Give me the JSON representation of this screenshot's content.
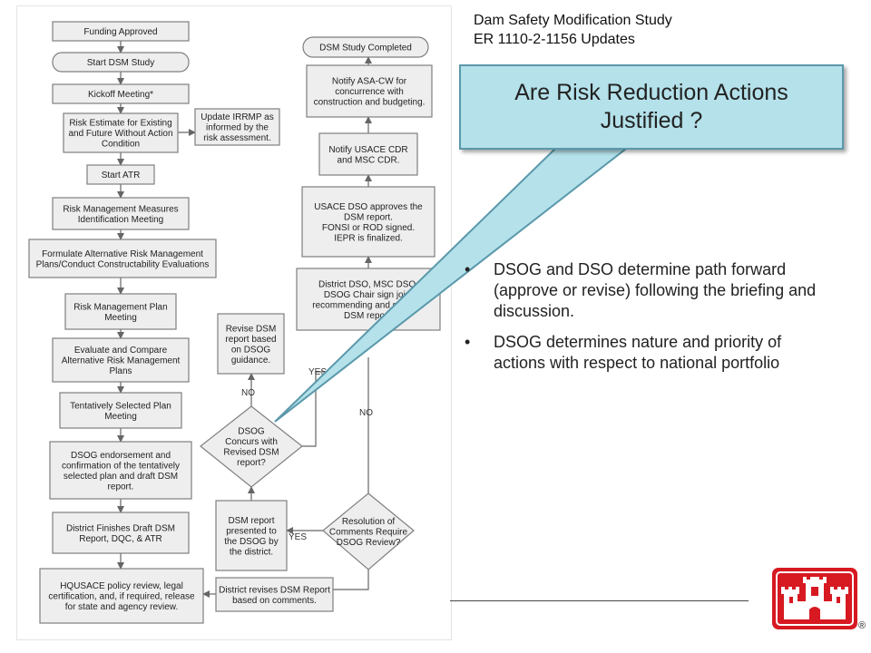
{
  "header": {
    "line1": "Dam Safety Modification Study",
    "line2": "ER 1110-2-1156 Updates"
  },
  "callout": {
    "title": "Are Risk Reduction Actions Justified ?"
  },
  "bullets": [
    "DSOG and DSO determine path forward (approve or revise) following the briefing and discussion.",
    "DSOG determines nature and priority of actions with respect to national portfolio"
  ],
  "bullet_symbol": "•",
  "logo": {
    "registered_mark": "®",
    "color": "#d71921",
    "icon": "usace-castle-icon"
  },
  "colors": {
    "callout_fill": "#b4e1ea",
    "callout_border": "#5a98aa",
    "node_fill": "#eeeeee"
  },
  "flowchart": {
    "funding_approved": [
      "Funding Approved"
    ],
    "start_dsm_study": [
      "Start DSM Study"
    ],
    "kickoff_meeting": [
      "Kickoff Meeting*"
    ],
    "risk_estimate": [
      "Risk Estimate for Existing",
      "and Future Without Action",
      "Condition"
    ],
    "update_irrmp": [
      "Update IRRMP as",
      "informed by the",
      "risk assessment."
    ],
    "start_atr": [
      "Start  ATR"
    ],
    "rm_measures": [
      "Risk Management Measures",
      "Identification Meeting"
    ],
    "formulate_alternatives": [
      "Formulate Alternative Risk Management",
      "Plans/Conduct Constructability Evaluations"
    ],
    "rm_plan_meeting": [
      "Risk Management Plan",
      "Meeting"
    ],
    "evaluate_compare": [
      "Evaluate and Compare",
      "Alternative Risk Management",
      "Plans"
    ],
    "tentatively_selected": [
      "Tentatively Selected Plan",
      "Meeting"
    ],
    "dsog_endorsement": [
      "DSOG endorsement and",
      "confirmation of the tentatively",
      "selected plan and draft DSM",
      "report."
    ],
    "district_finishes": [
      "District Finishes Draft DSM",
      "Report,  DQC, & ATR"
    ],
    "hqusace_review": [
      "HQUSACE policy review, legal",
      "certification, and, if required, release",
      "for state and agency review."
    ],
    "district_revises": [
      "District revises DSM Report",
      "based on comments."
    ],
    "resolution_decision": [
      "Resolution of",
      "Comments Require",
      "DSOG Review?"
    ],
    "dsm_presented": [
      "DSM report",
      "presented to",
      "the DSOG by",
      "the district."
    ],
    "dsog_concurs": [
      "DSOG",
      "Concurs with",
      "Revised DSM",
      "report?"
    ],
    "revise_dsm": [
      "Revise DSM",
      "report based",
      "on DSOG",
      "guidance."
    ],
    "district_dso_sign": [
      "District DSO, MSC DSO,",
      "DSOG Chair sign joint",
      "recommending  and  sign the",
      "DSM report."
    ],
    "usace_dso_approves": [
      "USACE DSO approves the",
      "DSM report.",
      "FONSI or ROD signed.",
      "IEPR is finalized."
    ],
    "notify_usace_cdr": [
      "Notify USACE CDR",
      "and MSC CDR."
    ],
    "notify_asa": [
      "Notify ASA-CW for",
      "concurrence with",
      "construction and budgeting."
    ],
    "dsm_completed": [
      "DSM Study Completed"
    ],
    "label_yes": "YES",
    "label_no": "NO",
    "label_yes_arrow": "YES"
  }
}
